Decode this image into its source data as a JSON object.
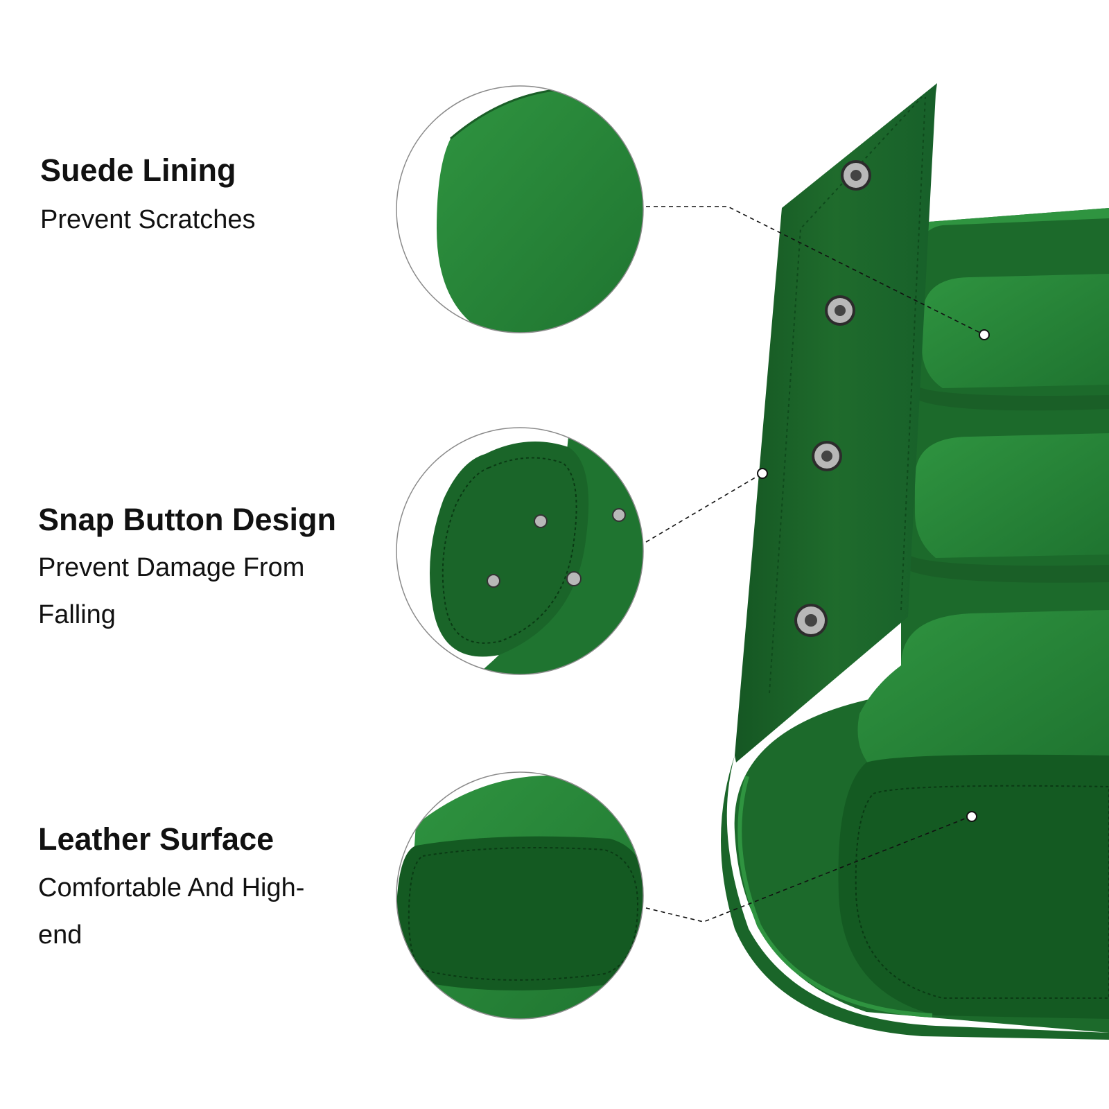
{
  "features": [
    {
      "title": "Suede Lining",
      "description": "Prevent Scratches",
      "detail_icon": "suede-swatch-icon"
    },
    {
      "title": "Snap Button Design",
      "description": "Prevent Damage From Falling",
      "detail_icon": "snap-button-icon"
    },
    {
      "title": "Leather Surface",
      "description": "Comfortable And High-end",
      "detail_icon": "leather-end-cap-icon"
    }
  ],
  "colors": {
    "leather": "#1f6b2c",
    "leather_dark": "#0f4a1c",
    "suede": "#2a8a3a",
    "suede_light": "#35a045",
    "stitch": "#0a3a14",
    "leader_line": "#111111",
    "circle_border": "#8a8a8a",
    "background": "#ffffff"
  },
  "product_icon": "watch-roll-case-icon"
}
